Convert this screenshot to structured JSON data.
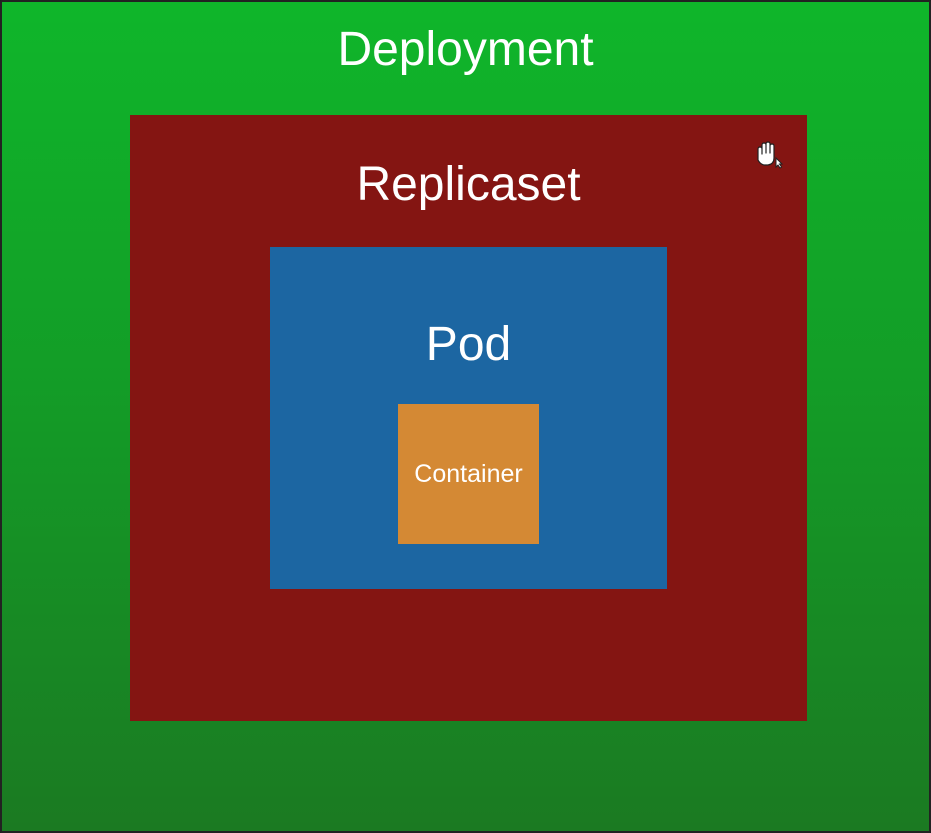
{
  "deployment": {
    "label": "Deployment",
    "color": "#13a828"
  },
  "replicaset": {
    "label": "Replicaset",
    "color": "#841512"
  },
  "pod": {
    "label": "Pod",
    "color": "#1c66a2"
  },
  "container": {
    "label": "Container",
    "color": "#d48934"
  },
  "cursor": {
    "icon": "hand-cursor-icon"
  }
}
